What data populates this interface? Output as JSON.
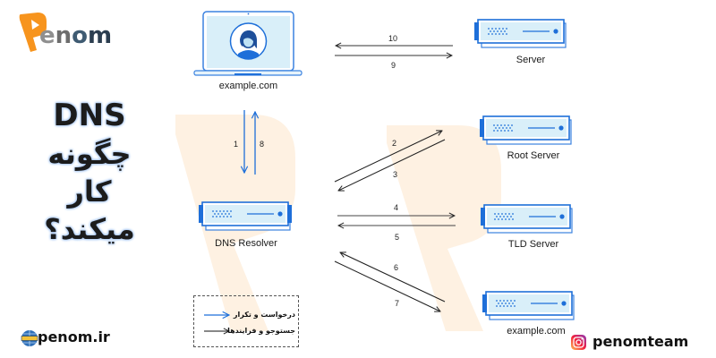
{
  "brand": {
    "logo_letter": "P",
    "logo_rest": [
      "e",
      "n",
      "o",
      "m"
    ],
    "website": "penom.ir",
    "instagram": "penomteam",
    "colors": {
      "orange": "#F7941D",
      "blue": "#1E6FD9",
      "light_blue": "#D4ECF7",
      "dark_text": "#1C1C1C"
    }
  },
  "headline": {
    "lines": [
      "DNS",
      "چگونه",
      "کار",
      "میکند؟"
    ]
  },
  "nodes": {
    "client": {
      "label": "example.com",
      "icon": "laptop-user-icon"
    },
    "server": {
      "label": "Server",
      "icon": "server-icon"
    },
    "resolver": {
      "label": "DNS Resolver",
      "icon": "server-icon"
    },
    "root": {
      "label": "Root Server",
      "icon": "server-icon"
    },
    "tld": {
      "label": "TLD Server",
      "icon": "server-icon"
    },
    "auth": {
      "label": "example.com",
      "icon": "server-icon"
    }
  },
  "steps": {
    "s1": "1",
    "s2": "2",
    "s3": "3",
    "s4": "4",
    "s5": "5",
    "s6": "6",
    "s7": "7",
    "s8": "8",
    "s9": "9",
    "s10": "10"
  },
  "legend": {
    "request_label": "درخواست و تکرار",
    "process_label": "جستوجو و فرایندها"
  }
}
